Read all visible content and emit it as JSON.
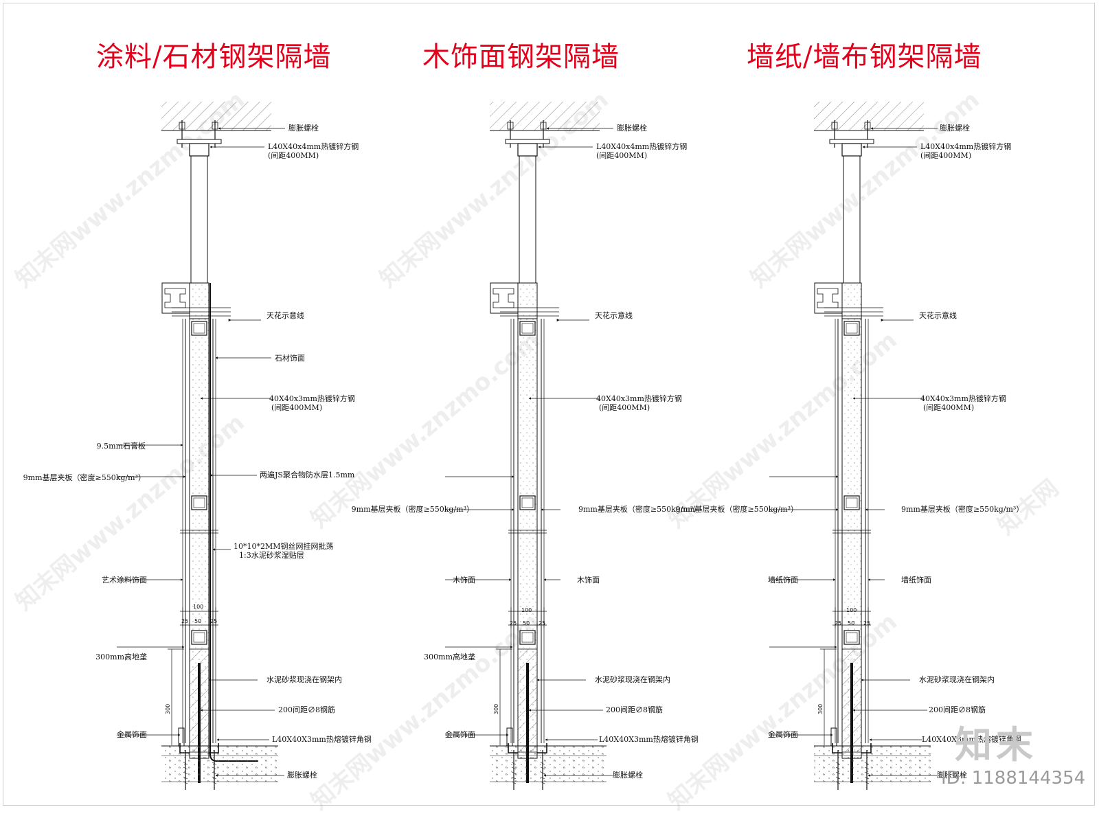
{
  "titles": [
    "涂料/石材钢架隔墙",
    "木饰面钢架隔墙",
    "墙纸/墙布钢架隔墙"
  ],
  "colors": {
    "title": "#e3001b",
    "line": "#111111",
    "hatch": "#555555"
  },
  "panel1": {
    "bolt_top": "膨胀螺栓",
    "steel_top_1": "L40X40x4mm热镀锌方钢",
    "steel_top_2": "(间距400MM)",
    "ceiling": "天花示意线",
    "stone": "石材饰面",
    "steel_mid_1": "40X40x3mm热镀锌方钢",
    "steel_mid_2": "(间距400MM)",
    "gypsum": "9.5mm石膏板",
    "plywood": "9mm基层夹板（密度≥550kg/m³）",
    "waterproof": "两遍JS聚合物防水层1.5mm",
    "mesh_1": "10*10*2MM钢丝网挂网批荡",
    "mesh_2": "1:3水泥砂浆湿贴层",
    "paint": "艺术涂料饰面",
    "dim_100": "100",
    "dim_25a": "25",
    "dim_50": "50",
    "dim_25b": "25",
    "curb": "300mm高地垄",
    "mortar": "水泥砂浆现浇在钢架内",
    "rebar": "200间距∅8钢筋",
    "metal": "金属饰面",
    "angle": "L40X40X3mm热熔镀锌角钢",
    "bolt_bottom": "膨胀螺栓",
    "dim_300": "300"
  },
  "panel2": {
    "bolt_top": "膨胀螺栓",
    "steel_top_1": "L40X40x4mm热镀锌方钢",
    "steel_top_2": "(间距400MM)",
    "ceiling": "天花示意线",
    "steel_mid_1": "40X40x3mm热镀锌方钢",
    "steel_mid_2": "(间距400MM)",
    "plywood_l": "9mm基层夹板（密度≥550kg/m³）",
    "plywood_r": "9mm基层夹板（密度≥550kg/m³）",
    "wood_l": "木饰面",
    "wood_r": "木饰面",
    "dim_100": "100",
    "dim_25a": "25",
    "dim_50": "50",
    "dim_25b": "25",
    "curb": "300mm高地垄",
    "mortar": "水泥砂浆现浇在钢架内",
    "rebar": "200间距∅8钢筋",
    "metal": "金属饰面",
    "angle": "L40X40X3mm热熔镀锌角钢",
    "bolt_bottom": "膨胀螺栓",
    "dim_300": "300"
  },
  "panel3": {
    "bolt_top": "膨胀螺栓",
    "steel_top_1": "L40X40x4mm热镀锌方钢",
    "steel_top_2": "(间距400MM)",
    "ceiling": "天花示意线",
    "steel_mid_1": "40X40x3mm热镀锌方钢",
    "steel_mid_2": "(间距400MM)",
    "plywood_l": "9mm基层夹板（密度≥550kg/m³）",
    "plywood_r": "9mm基层夹板（密度≥550kg/m³）",
    "paper_l": "墙纸饰面",
    "paper_r": "墙纸饰面",
    "dim_100": "100",
    "dim_25a": "25",
    "dim_50": "50",
    "dim_25b": "25",
    "mortar": "水泥砂浆现浇在钢架内",
    "rebar": "200间距∅8钢筋",
    "metal": "金属饰面",
    "angle": "L40X40X3mm热熔镀锌角钢",
    "bolt_bottom": "膨胀螺栓",
    "dim_300": "300"
  },
  "watermark": {
    "url": "www.znzmo.com",
    "brand": "知末",
    "brand_cn": "知末网",
    "id": "ID: 1188144354"
  }
}
